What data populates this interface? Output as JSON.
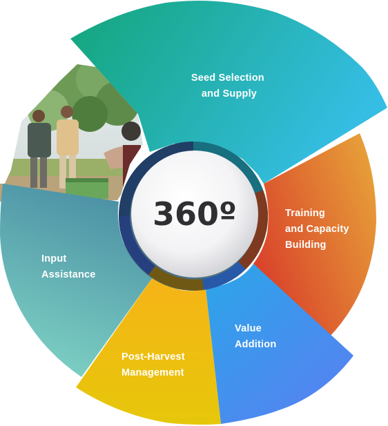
{
  "center": {
    "label": "360º"
  },
  "segments": [
    {
      "id": "seed",
      "lines": [
        "Seed Selection",
        "and Supply"
      ],
      "colors": [
        "#13a57a",
        "#35bde3"
      ]
    },
    {
      "id": "training",
      "lines": [
        "Training",
        "and Capacity",
        "Building"
      ],
      "colors": [
        "#e2a23a",
        "#d9432b"
      ]
    },
    {
      "id": "value",
      "lines": [
        "Value",
        "Addition"
      ],
      "colors": [
        "#2ea8ea",
        "#4f7ff0"
      ]
    },
    {
      "id": "postharvest",
      "lines": [
        "Post-Harvest",
        "Management"
      ],
      "colors": [
        "#f5b515",
        "#e7c60a"
      ]
    },
    {
      "id": "input",
      "lines": [
        "Input",
        "Assistance"
      ],
      "colors": [
        "#4b93a6",
        "#7cd0c4"
      ]
    }
  ],
  "photo": {
    "icon": "farmers-beekeeping-photo"
  }
}
